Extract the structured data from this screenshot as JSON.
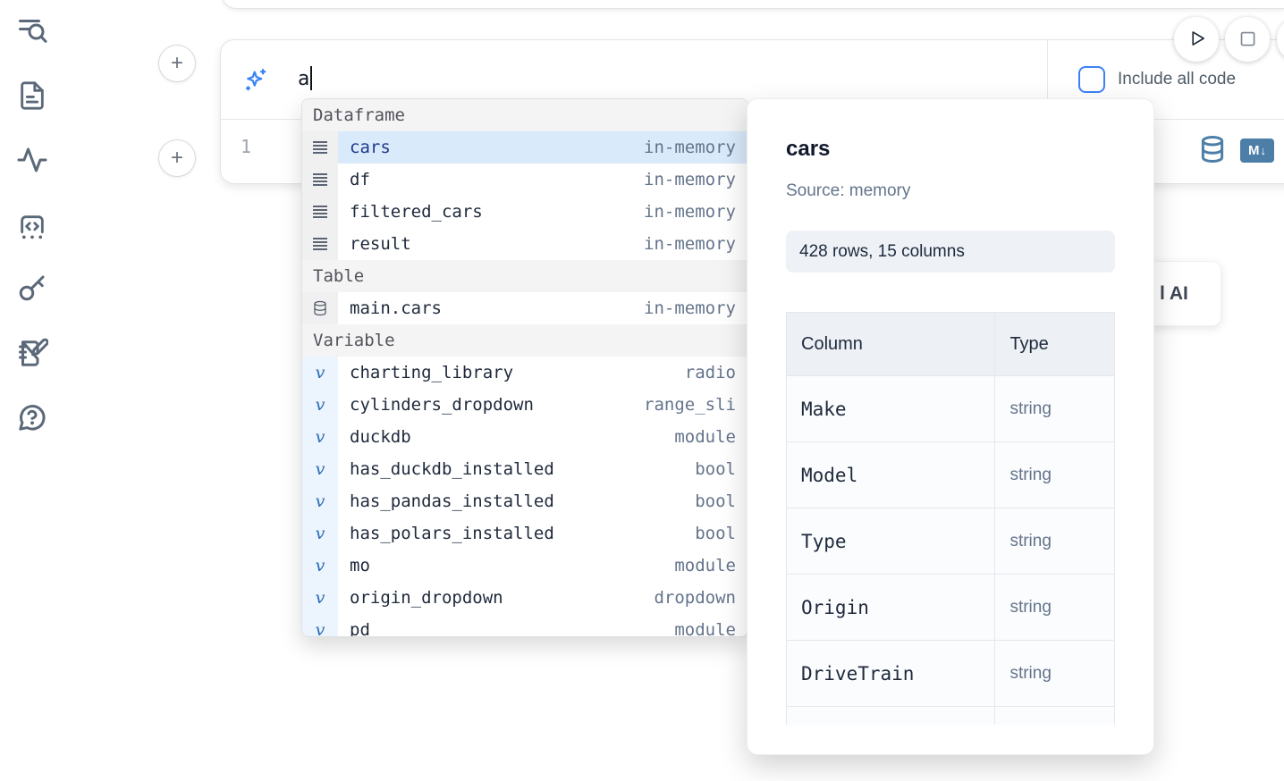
{
  "colors": {
    "accent_blue": "#3b82f6",
    "steel_blue": "#4d7ea7",
    "selection_blue": "#d9eafb",
    "border_gray": "#e4e4e7"
  },
  "sidebar": {
    "items": [
      {
        "icon": "list-search-icon"
      },
      {
        "icon": "document-icon"
      },
      {
        "icon": "activity-icon"
      },
      {
        "icon": "code-snippet-icon"
      },
      {
        "icon": "key-icon"
      },
      {
        "icon": "notebook-edit-icon"
      },
      {
        "icon": "help-chat-icon"
      }
    ]
  },
  "toolbar": {
    "include_all_code_label": "Include all code",
    "include_all_code_checked": false
  },
  "ai_input": {
    "value": "a"
  },
  "editor": {
    "line_number": "1"
  },
  "cell_actions": {
    "plus_label": "+",
    "markdown_badge": "M",
    "markdown_arrow": "↓"
  },
  "autocomplete": {
    "sections": [
      {
        "label": "Dataframe",
        "items": [
          {
            "name": "cars",
            "type": "in-memory",
            "selected": true
          },
          {
            "name": "df",
            "type": "in-memory"
          },
          {
            "name": "filtered_cars",
            "type": "in-memory"
          },
          {
            "name": "result",
            "type": "in-memory"
          }
        ]
      },
      {
        "label": "Table",
        "items": [
          {
            "name": "main.cars",
            "type": "in-memory"
          }
        ]
      },
      {
        "label": "Variable",
        "items": [
          {
            "name": "charting_library",
            "type": "radio"
          },
          {
            "name": "cylinders_dropdown",
            "type": "range_sli"
          },
          {
            "name": "duckdb",
            "type": "module"
          },
          {
            "name": "has_duckdb_installed",
            "type": "bool"
          },
          {
            "name": "has_pandas_installed",
            "type": "bool"
          },
          {
            "name": "has_polars_installed",
            "type": "bool"
          },
          {
            "name": "mo",
            "type": "module"
          },
          {
            "name": "origin_dropdown",
            "type": "dropdown"
          },
          {
            "name": "pd",
            "type": "module"
          }
        ]
      },
      {
        "variable_glyph": "v"
      }
    ]
  },
  "ai_button": {
    "visible_label": "l AI"
  },
  "popup": {
    "title": "cars",
    "source": "Source: memory",
    "shape": "428 rows, 15 columns",
    "table": {
      "headers": [
        "Column",
        "Type"
      ],
      "rows": [
        [
          "Make",
          "string"
        ],
        [
          "Model",
          "string"
        ],
        [
          "Type",
          "string"
        ],
        [
          "Origin",
          "string"
        ],
        [
          "DriveTrain",
          "string"
        ]
      ]
    }
  }
}
